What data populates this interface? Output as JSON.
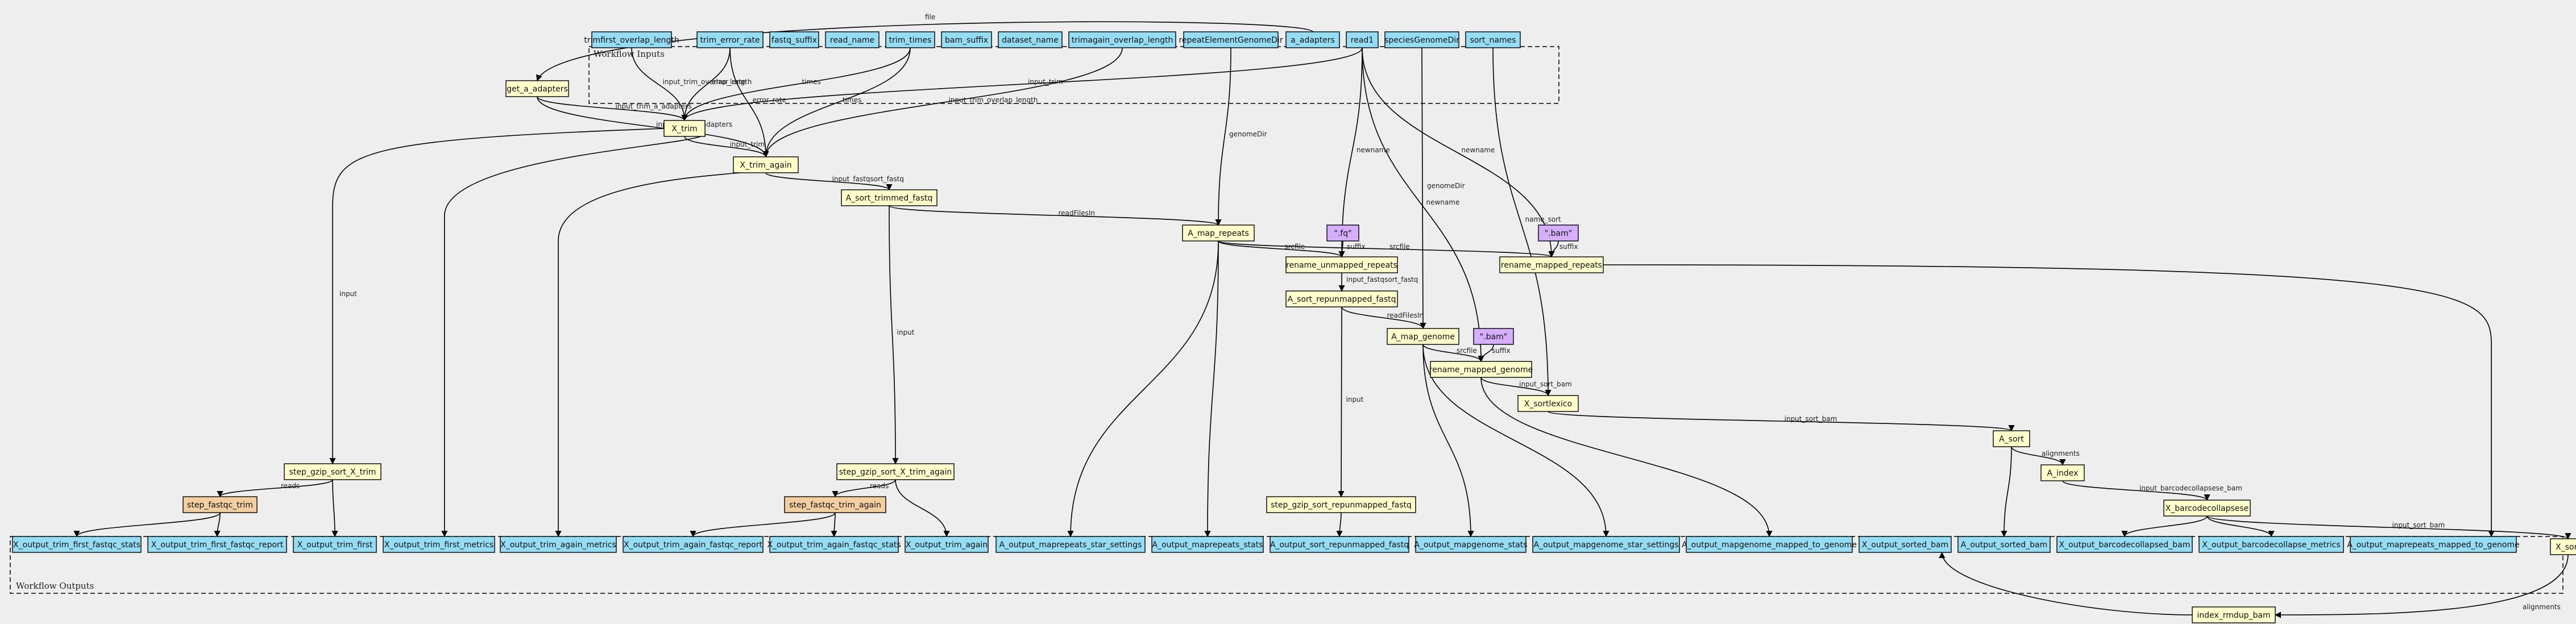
{
  "inputs_label": "Workflow Inputs",
  "outputs_label": "Workflow Outputs",
  "colors": {
    "background": "#eeeeee",
    "input": "#94ddf4",
    "output": "#94ddf4",
    "step": "#ffffcc",
    "subworkflow": "#f3cea1",
    "constant": "#d5aefc",
    "stroke": "#000000"
  },
  "nodes": {
    "in_trimfirst": "trimfirst_overlap_length",
    "in_trim_error": "trim_error_rate",
    "in_fastq_suffix": "fastq_suffix",
    "in_read_name": "read_name",
    "in_trim_times": "trim_times",
    "in_bam_suffix": "bam_suffix",
    "in_dataset_name": "dataset_name",
    "in_trimagain": "trimagain_overlap_length",
    "in_repeat_dir": "repeatElementGenomeDir",
    "in_a_adapters": "a_adapters",
    "in_read1": "read1",
    "in_species_dir": "speciesGenomeDir",
    "in_sort_names": "sort_names",
    "get_a_adapters": "get_a_adapters",
    "x_trim": "X_trim",
    "x_trim_again": "X_trim_again",
    "a_sort_trimmed_fastq": "A_sort_trimmed_fastq",
    "a_map_repeats": "A_map_repeats",
    "const_fq": "\".fq\"",
    "const_bam1": "\".bam\"",
    "const_bam2": "\".bam\"",
    "rename_unmapped_repeats": "rename_unmapped_repeats",
    "rename_mapped_repeats": "rename_mapped_repeats",
    "a_sort_repunmapped": "A_sort_repunmapped_fastq",
    "a_map_genome": "A_map_genome",
    "rename_mapped_genome": "rename_mapped_genome",
    "x_sortlexico": "X_sortlexico",
    "a_sort": "A_sort",
    "a_index": "A_index",
    "x_barcodecollapse": "X_barcodecollapsese",
    "x_sort": "X_sort",
    "index_rmdup_bam": "index_rmdup_bam",
    "step_gzip_sort_x_trim": "step_gzip_sort_X_trim",
    "step_fastqc_trim": "step_fastqc_trim",
    "step_gzip_sort_x_trim_again": "step_gzip_sort_X_trim_again",
    "step_fastqc_trim_again": "step_fastqc_trim_again",
    "step_gzip_sort_repunmapped": "step_gzip_sort_repunmapped_fastq",
    "out_trim_first_fastqc_stats": "X_output_trim_first_fastqc_stats",
    "out_trim_first_fastqc_report": "X_output_trim_first_fastqc_report",
    "out_trim_first": "X_output_trim_first",
    "out_trim_first_metrics": "X_output_trim_first_metrics",
    "out_trim_again_metrics": "X_output_trim_again_metrics",
    "out_trim_again_fastqc_report": "X_output_trim_again_fastqc_report",
    "out_trim_again_fastqc_stats": "X_output_trim_again_fastqc_stats",
    "out_trim_again": "X_output_trim_again",
    "out_maprepeats_star": "A_output_maprepeats_star_settings",
    "out_maprepeats_stats": "A_output_maprepeats_stats",
    "out_sort_repunmapped": "A_output_sort_repunmapped_fastq",
    "out_mapgenome_stats": "A_output_mapgenome_stats",
    "out_mapgenome_star": "A_output_mapgenome_star_settings",
    "out_mapgenome_mapped": "A_output_mapgenome_mapped_to_genome",
    "out_x_sorted_bam": "X_output_sorted_bam",
    "out_a_sorted_bam": "A_output_sorted_bam",
    "out_barcodecollapsed_bam": "X_output_barcodecollapsed_bam",
    "out_barcodecollapse_metrics": "X_output_barcodecollapse_metrics",
    "out_maprepeats_mapped": "A_output_maprepeats_mapped_to_genome"
  },
  "edge_labels": {
    "e_file": "file",
    "e_input_trim_a_adapters": "input_trim_a_adapters",
    "e_input_trim_overlap1": "input_trim_overlap_length",
    "e_error_rate1": "error_rate",
    "e_input_trim_a_adapters2": "input_trim_a_adapters",
    "e_error_rate2": "error_rate",
    "e_times1": "times",
    "e_times2": "times",
    "e_input_trim_overlap2": "input_trim_overlap_length",
    "e_input_trim1": "input_trim",
    "e_input_trim2": "input_trim",
    "e_input_fastqsort": "input_fastqsort_fastq",
    "e_readfilesin1": "readFilesIn",
    "e_genomedir1": "genomeDir",
    "e_newname1": "newname",
    "e_newname2": "newname",
    "e_genomedir2": "genomeDir",
    "e_newname3": "newname",
    "e_name_sort": "name_sort",
    "e_suffix1": "suffix",
    "e_srcfile1": "srcfile",
    "e_srcfile2": "srcfile",
    "e_suffix2": "suffix",
    "e_input_fastqsort2": "input_fastqsort_fastq",
    "e_readfilesin2": "readFilesIn",
    "e_srcfile3": "srcfile",
    "e_suffix3": "suffix",
    "e_input_sort_bam1": "input_sort_bam",
    "e_input_sort_bam2": "input_sort_bam",
    "e_alignments1": "alignments",
    "e_input_barcodecollapse": "input_barcodecollapsese_bam",
    "e_input_sort_bam3": "input_sort_bam",
    "e_alignments2": "alignments",
    "e_input1": "input",
    "e_input2": "input",
    "e_input3": "input",
    "e_reads1": "reads",
    "e_reads2": "reads"
  }
}
